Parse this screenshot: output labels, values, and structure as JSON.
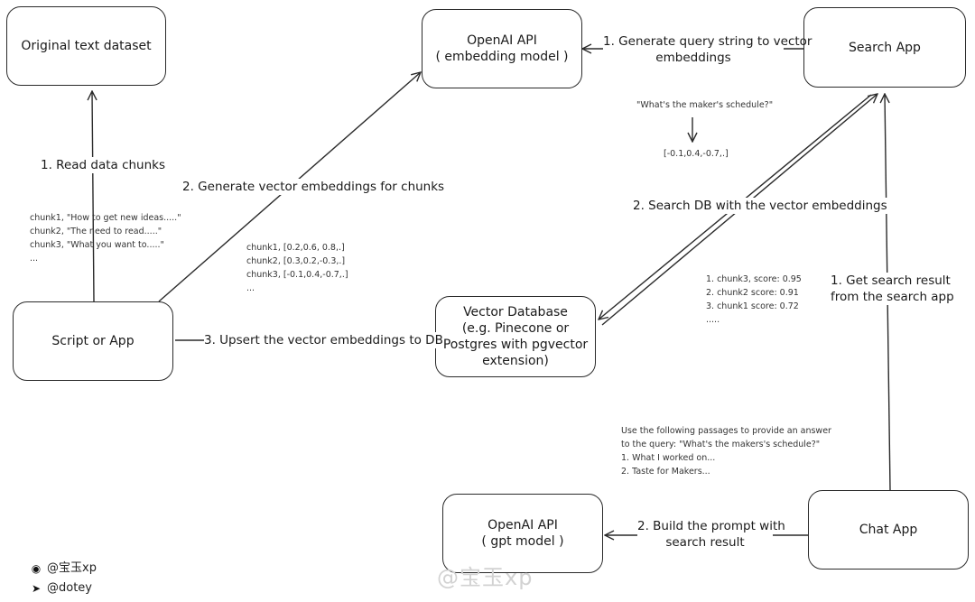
{
  "boxes": {
    "original_dataset": [
      "Original text dataset"
    ],
    "openai_embedding": [
      "OpenAI API",
      "( embedding model )"
    ],
    "search_app": [
      "Search App"
    ],
    "script_app": [
      "Script or App"
    ],
    "vector_db": [
      "Vector Database",
      "(e.g. Pinecone or",
      "Postgres with pgvector",
      "extension)"
    ],
    "openai_gpt": [
      "OpenAI API",
      "( gpt model )"
    ],
    "chat_app": [
      "Chat App"
    ]
  },
  "edges": {
    "read_chunks": "1. Read data chunks",
    "gen_embeddings_chunks": "2. Generate vector embeddings for chunks",
    "upsert": "3. Upsert the vector embeddings  to DB",
    "gen_query": [
      "1. Generate query string to vector",
      "embeddings"
    ],
    "search_db": "2. Search DB with the vector embeddings",
    "get_result": [
      "1. Get search result",
      "from the search app"
    ],
    "build_prompt": [
      "2. Build the prompt with",
      "search result"
    ]
  },
  "notes": {
    "chunks": [
      "chunk1, \"How to get new ideas.....\"",
      "chunk2, \"The need to read.....\"",
      "chunk3, \"What you want to.....\"",
      "..."
    ],
    "vectors": [
      "chunk1, [0.2,0.6, 0.8,.]",
      "chunk2, [0.3,0.2,-0.3,.]",
      "chunk3, [-0.1,0.4,-0.7,.]",
      "..."
    ],
    "query": "\"What's the maker's schedule?\"",
    "query_vector": "[-0.1,0.4,-0.7,.]",
    "scores": [
      "1. chunk3, score: 0.95",
      "2. chunk2 score: 0.91",
      "3. chunk1 score: 0.72",
      "....."
    ],
    "prompt": [
      "Use the following passages to provide an answer",
      "to the query: \"What's the makers's schedule?\"",
      "1. What I worked on...",
      "2. Taste for Makers..."
    ]
  },
  "footer": {
    "weibo": "@宝玉xp",
    "twitter": "@dotey",
    "weibo_icon": "weibo-icon",
    "twitter_icon": "twitter-bird-icon"
  },
  "watermark": "@宝玉xp"
}
